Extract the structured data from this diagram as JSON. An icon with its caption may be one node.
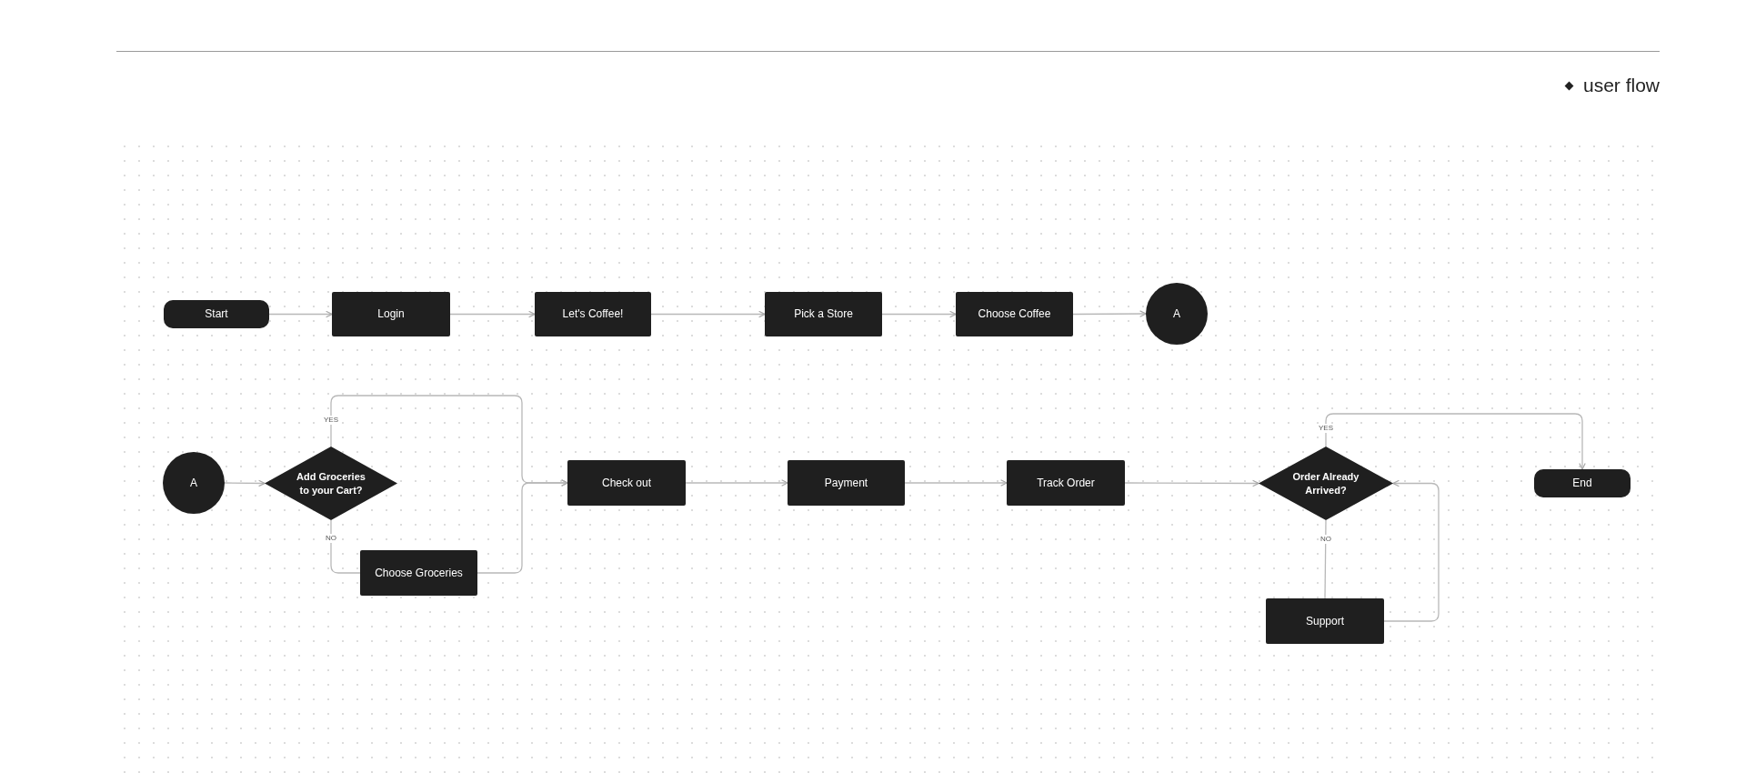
{
  "diagram": {
    "title": "user flow",
    "nodes": [
      {
        "text": [
          "Start"
        ]
      },
      {
        "text": [
          "Login"
        ]
      },
      {
        "text": [
          "Let's Coffee!"
        ]
      },
      {
        "text": [
          "Pick a Store"
        ]
      },
      {
        "text": [
          "Choose Coffee"
        ]
      },
      {
        "text": [
          "A"
        ]
      },
      {
        "text": [
          "A"
        ]
      },
      {
        "text": [
          "Add Groceries to your Cart?"
        ]
      },
      {
        "text": [
          "Choose Groceries"
        ]
      },
      {
        "text": [
          "Check out"
        ]
      },
      {
        "text": [
          "Payment"
        ]
      },
      {
        "text": [
          "Track Order"
        ]
      },
      {
        "text": [
          "Order Already Arrived?"
        ]
      },
      {
        "text": [
          "Support"
        ]
      },
      {
        "text": [
          "End"
        ]
      }
    ],
    "edges": [
      {
        "from": 0,
        "to": 1,
        "arrow": "to"
      },
      {
        "from": 1,
        "to": 2,
        "arrow": "to"
      },
      {
        "from": 2,
        "to": 3,
        "arrow": "to"
      },
      {
        "from": 3,
        "to": 4,
        "arrow": "to"
      },
      {
        "from": 4,
        "to": 5,
        "arrow": "to"
      },
      {
        "from": 6,
        "to": 7,
        "arrow": "to"
      },
      {
        "from": 7,
        "to": 9,
        "arrow": "to",
        "label": "YES"
      },
      {
        "from": 7,
        "to": 8,
        "arrow": "none",
        "label": "NO"
      },
      {
        "from": 8,
        "to": 9,
        "arrow": "to"
      },
      {
        "from": 9,
        "to": 10,
        "arrow": "to"
      },
      {
        "from": 10,
        "to": 11,
        "arrow": "to"
      },
      {
        "from": 11,
        "to": 12,
        "arrow": "to"
      },
      {
        "from": 12,
        "to": 14,
        "arrow": "to",
        "label": "YES"
      },
      {
        "from": 12,
        "to": 13,
        "arrow": "none",
        "label": "NO"
      },
      {
        "from": 13,
        "to": 12,
        "arrow": "to"
      }
    ]
  }
}
